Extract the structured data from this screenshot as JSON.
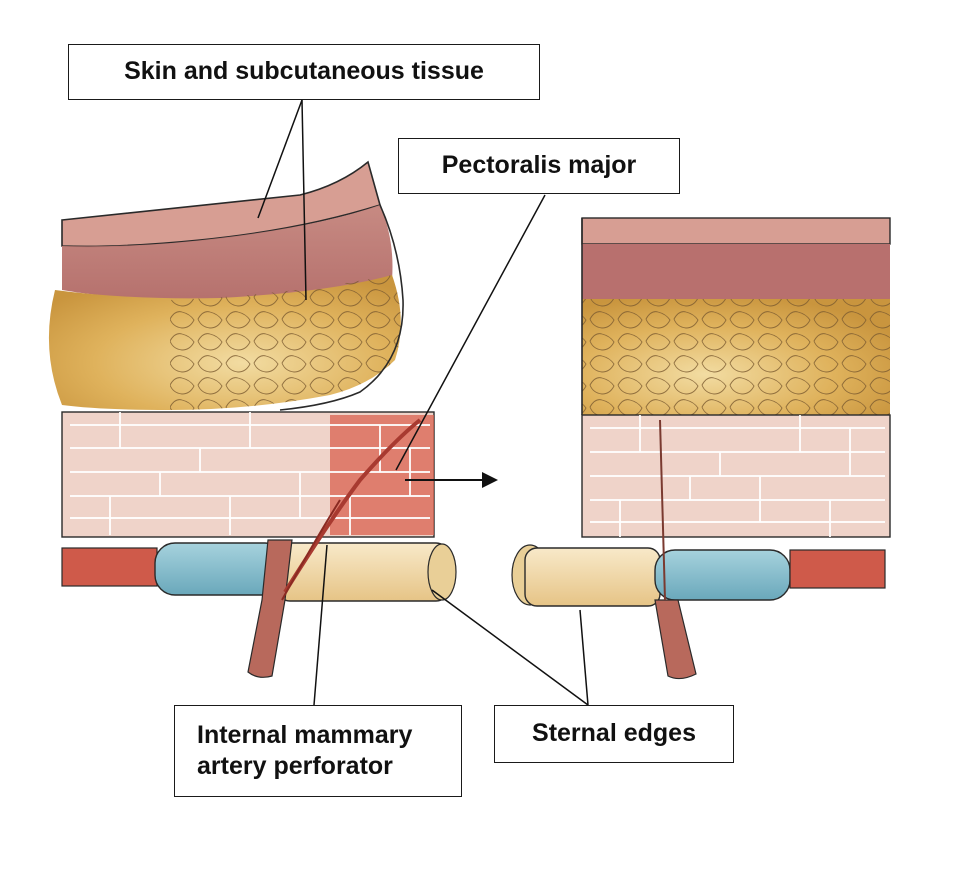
{
  "labels": {
    "skin": "Skin and subcutaneous tissue",
    "pectoralis": "Pectoralis major",
    "imap_line1": "Internal mammary",
    "imap_line2": "artery perforator",
    "sternal": "Sternal edges"
  },
  "colors": {
    "skin_edge": "#c98f88",
    "dermis": "#b8706e",
    "fat": "#d9a94e",
    "fat_light": "#ecd08f",
    "muscle": "#efd3c9",
    "muscle_red": "#d9614f",
    "cartilage_blue": "#7fb9c9",
    "costal_red": "#cf5a4a",
    "bone": "#f0d9a8",
    "artery": "#a84a3a",
    "outline": "#2a2a2a"
  }
}
